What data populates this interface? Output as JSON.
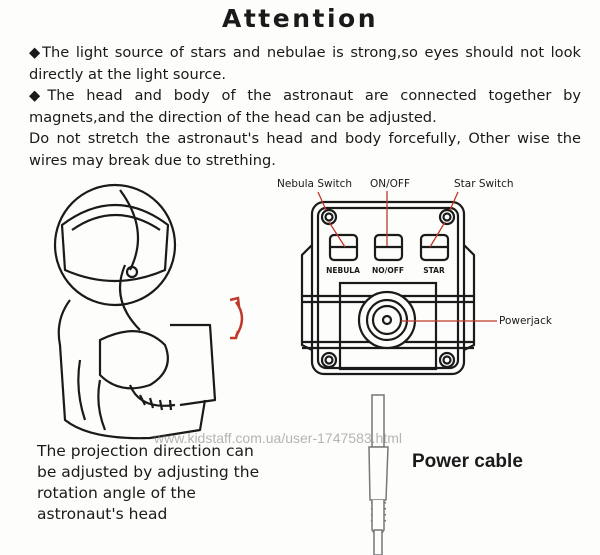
{
  "title": "Attention",
  "notes": [
    "◆The light source of stars and nebulae is strong,so eyes should not look directly at the light source.",
    "◆The head and body of the astronaut are connected together by magnets,and the direction of the head can be adjusted.",
    "Do not stretch the astronaut's head and body forcefully, Other wise the wires may break due to strething."
  ],
  "device": {
    "callouts": {
      "nebula_switch": "Nebula Switch",
      "on_off": "ON/OFF",
      "star_switch": "Star Switch",
      "powerjack": "Powerjack"
    },
    "button_labels": [
      "NEBULA",
      "NO/OFF",
      "STAR"
    ]
  },
  "caption_lines": [
    "The projection direction can",
    "be adjusted by adjusting the",
    "rotation angle of the",
    "astronaut's head"
  ],
  "power_cable_label": "Power cable",
  "watermark": "www.kidstaff.com.ua/user-1747583.html",
  "colors": {
    "accent_red": "#c0392b",
    "ink": "#1a1a1a"
  }
}
